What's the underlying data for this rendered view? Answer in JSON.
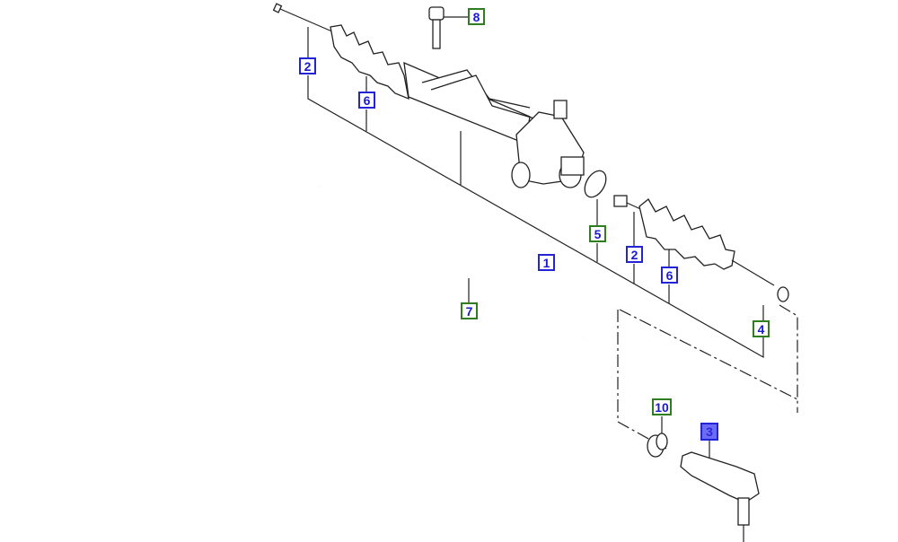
{
  "callouts": [
    {
      "id": "c8",
      "label": "8",
      "style": "green"
    },
    {
      "id": "c2a",
      "label": "2",
      "style": "blue"
    },
    {
      "id": "c6a",
      "label": "6",
      "style": "blue"
    },
    {
      "id": "c5",
      "label": "5",
      "style": "green"
    },
    {
      "id": "c1",
      "label": "1",
      "style": "blue"
    },
    {
      "id": "c2b",
      "label": "2",
      "style": "blue"
    },
    {
      "id": "c6b",
      "label": "6",
      "style": "blue"
    },
    {
      "id": "c4",
      "label": "4",
      "style": "green"
    },
    {
      "id": "c7",
      "label": "7",
      "style": "green"
    },
    {
      "id": "c10",
      "label": "10",
      "style": "green"
    },
    {
      "id": "c3",
      "label": "3",
      "style": "filled"
    }
  ],
  "colors": {
    "green_border": "#2e7d1e",
    "blue_border": "#2323d8",
    "label_text": "#1a1ad0",
    "selected_fill": "#6b6bf5"
  }
}
